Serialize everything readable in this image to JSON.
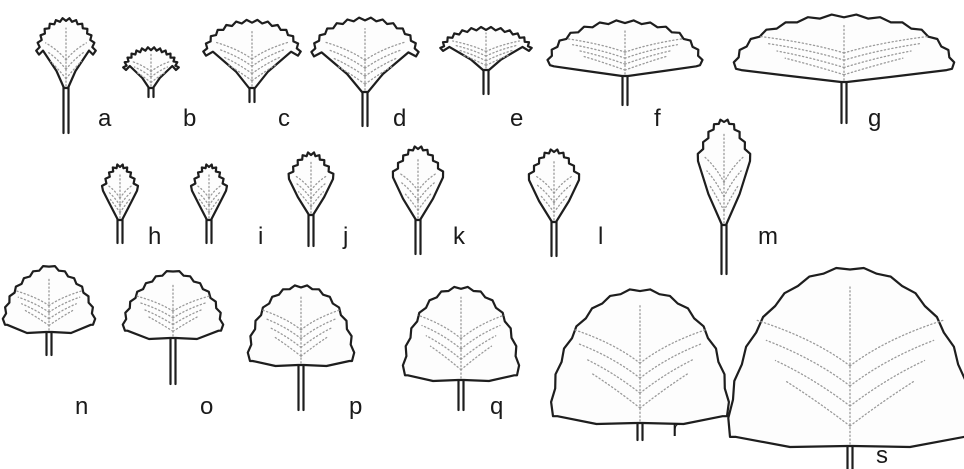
{
  "figure": {
    "panels": [
      {
        "id": "a",
        "label": "a",
        "shape": "cuneate-flabellate"
      },
      {
        "id": "b",
        "label": "b",
        "shape": "cuneate-flabellate"
      },
      {
        "id": "c",
        "label": "c",
        "shape": "flabellate"
      },
      {
        "id": "d",
        "label": "d",
        "shape": "flabellate"
      },
      {
        "id": "e",
        "label": "e",
        "shape": "flabellate"
      },
      {
        "id": "f",
        "label": "f",
        "shape": "reniform-flabellate"
      },
      {
        "id": "g",
        "label": "g",
        "shape": "reniform-flabellate"
      },
      {
        "id": "h",
        "label": "h",
        "shape": "rhombic-ovate"
      },
      {
        "id": "i",
        "label": "i",
        "shape": "rhombic-ovate"
      },
      {
        "id": "j",
        "label": "j",
        "shape": "obovate-cuneate"
      },
      {
        "id": "k",
        "label": "k",
        "shape": "obovate-cuneate"
      },
      {
        "id": "l",
        "label": "l",
        "shape": "obovate-cuneate"
      },
      {
        "id": "m",
        "label": "m",
        "shape": "lanceolate-cuneate"
      },
      {
        "id": "n",
        "label": "n",
        "shape": "deltoid-cordate"
      },
      {
        "id": "o",
        "label": "o",
        "shape": "deltoid-cordate"
      },
      {
        "id": "p",
        "label": "p",
        "shape": "semicircular-truncate"
      },
      {
        "id": "q",
        "label": "q",
        "shape": "semicircular-truncate"
      },
      {
        "id": "r",
        "label": "r",
        "shape": "semicircular-truncate"
      },
      {
        "id": "s",
        "label": "s",
        "shape": "semicircular-truncate"
      }
    ]
  },
  "colors": {
    "outline": "#1e1e1e",
    "vein": "#9a9a9a",
    "background": "#ffffff"
  }
}
